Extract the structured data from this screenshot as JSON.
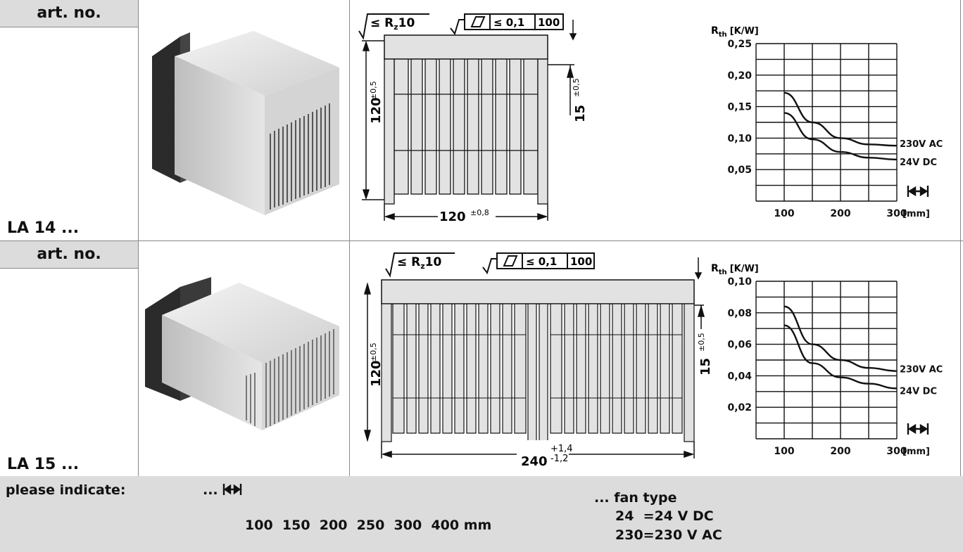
{
  "rows": [
    {
      "header": "art. no.",
      "article": "LA 14 ...",
      "drawing": {
        "rz": "R",
        "rz_sub": "z",
        "rz_val": "10",
        "flat_tol": "≤ 0,1",
        "flat_len": "100",
        "height": "120",
        "height_tol": "±0,5",
        "fin": "15",
        "fin_tol": "±0,5",
        "width": "120",
        "width_tol": "±0,8"
      },
      "chart_data": {
        "type": "line",
        "ylabel": "R",
        "ylabel_sub": "th",
        "yunit": "[K/W]",
        "xunit": "[mm]",
        "x_ticks": [
          "100",
          "200",
          "300"
        ],
        "y_ticks": [
          "0,25",
          "0,20",
          "0,15",
          "0,10",
          "0,05"
        ],
        "xlim": [
          50,
          300
        ],
        "ylim": [
          0,
          0.25
        ],
        "series": [
          {
            "name": "230V AC",
            "x": [
              100,
              150,
              200,
              250,
              300
            ],
            "y": [
              0.172,
              0.125,
              0.1,
              0.09,
              0.088
            ]
          },
          {
            "name": "24V DC",
            "x": [
              100,
              150,
              200,
              250,
              300
            ],
            "y": [
              0.14,
              0.098,
              0.078,
              0.069,
              0.066
            ]
          }
        ]
      }
    },
    {
      "header": "art. no.",
      "article": "LA 15 ...",
      "drawing": {
        "rz": "R",
        "rz_sub": "z",
        "rz_val": "10",
        "flat_tol": "≤ 0,1",
        "flat_len": "100",
        "height": "120",
        "height_tol": "±0,5",
        "fin": "15",
        "fin_tol": "±0,5",
        "width": "240",
        "width_tol_plus": "+1,4",
        "width_tol_minus": "-1,2"
      },
      "chart_data": {
        "type": "line",
        "ylabel": "R",
        "ylabel_sub": "th",
        "yunit": "[K/W]",
        "xunit": "[mm]",
        "x_ticks": [
          "100",
          "200",
          "300"
        ],
        "y_ticks": [
          "0,10",
          "0,08",
          "0,06",
          "0,04",
          "0,02"
        ],
        "xlim": [
          50,
          300
        ],
        "ylim": [
          0,
          0.1
        ],
        "series": [
          {
            "name": "230V AC",
            "x": [
              100,
              150,
              200,
              250,
              300
            ],
            "y": [
              0.084,
              0.06,
              0.05,
              0.045,
              0.043
            ]
          },
          {
            "name": "24V DC",
            "x": [
              100,
              150,
              200,
              250,
              300
            ],
            "y": [
              0.072,
              0.048,
              0.039,
              0.035,
              0.032
            ]
          }
        ]
      }
    }
  ],
  "footer": {
    "please_indicate": "please indicate:",
    "length_prefix": "...",
    "lengths": "100  150  200  250  300  400 mm",
    "fan_prefix": "... fan type",
    "fan_24": "24  =24 V DC",
    "fan_230": "230=230 V AC"
  },
  "colors": {
    "header_bg": "#dcdcdc",
    "line": "#111111"
  }
}
